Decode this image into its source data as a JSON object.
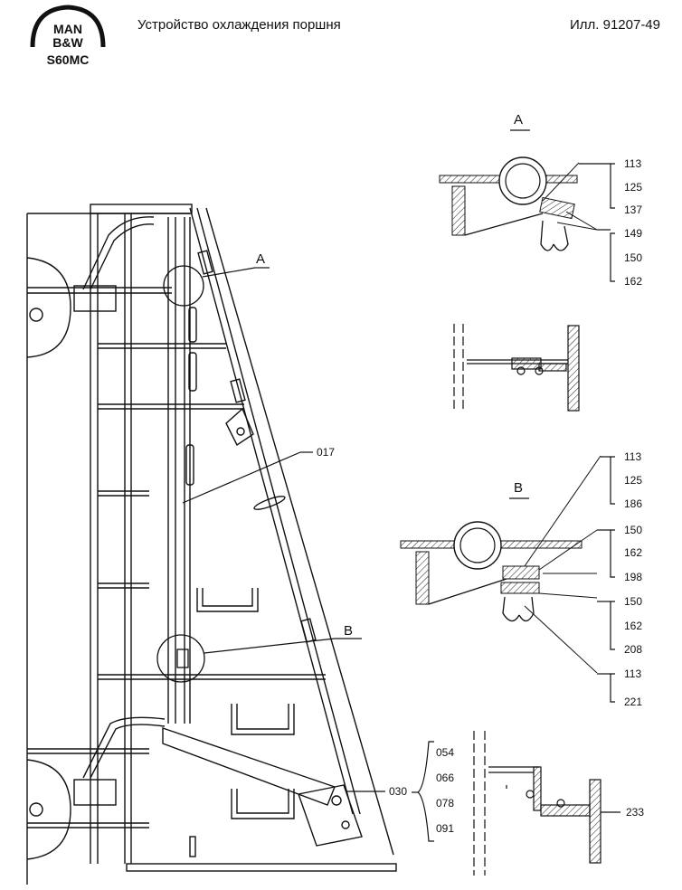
{
  "header": {
    "logo_top": "MAN",
    "logo_bottom": "B&W",
    "model": "S60MC",
    "title": "Устройство охлаждения поршня",
    "ref": "Илл. 91207-49"
  },
  "callouts": {
    "A": "A",
    "B": "B",
    "p017": "017",
    "p030": "030",
    "p233": "233"
  },
  "detail_a_parts": [
    "113",
    "125",
    "137",
    "149",
    "150",
    "162"
  ],
  "detail_b_parts": [
    "113",
    "125",
    "186",
    "150",
    "162",
    "198",
    "150",
    "162",
    "208",
    "113",
    "221"
  ],
  "bracket_parts": [
    "054",
    "066",
    "078",
    "091"
  ]
}
